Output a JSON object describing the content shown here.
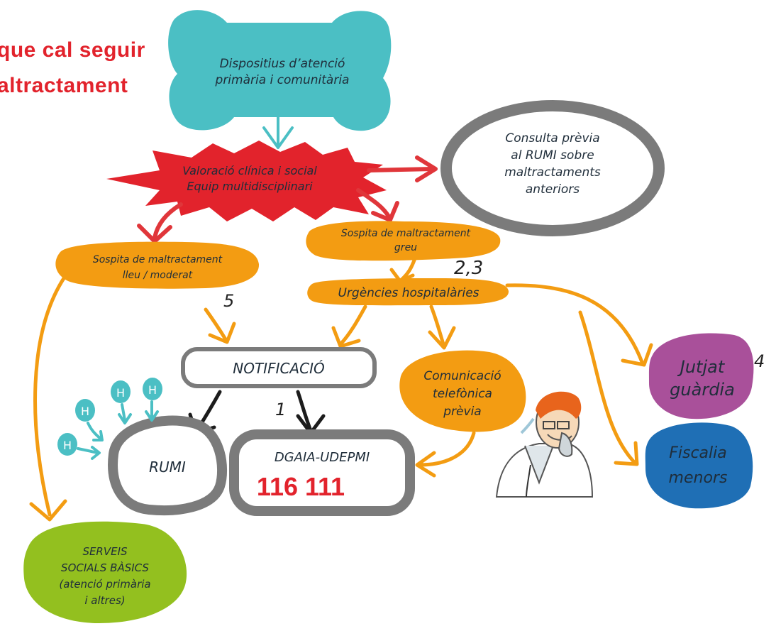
{
  "title": {
    "line1": "que cal seguir",
    "line2": "altractament"
  },
  "nodes": {
    "primary_care": {
      "line1": "Dispositius d’atenció",
      "line2": "primària i comunitària"
    },
    "clinical_eval": {
      "line1": "Valoració clínica i social",
      "line2": "Equip multidisciplinari"
    },
    "rumi_query": {
      "line1": "Consulta prèvia",
      "line2": "al RUMI sobre",
      "line3": "maltractaments",
      "line4": "anteriors"
    },
    "severe_suspicion": {
      "line1": "Sospita de maltractament",
      "line2": "greu"
    },
    "mild_suspicion": {
      "line1": "Sospita de maltractament",
      "line2": "lleu / moderat"
    },
    "hospital_er": {
      "label": "Urgències hospitalàries"
    },
    "notification": {
      "label": "NOTIFICACIÓ"
    },
    "phone_call": {
      "line1": "Comunicació",
      "line2": "telefònica",
      "line3": "prèvia"
    },
    "court": {
      "line1": "Jutjat",
      "line2": "guàrdia"
    },
    "prosecutor": {
      "line1": "Fiscalia",
      "line2": "menors"
    },
    "rumi": {
      "label": "RUMI"
    },
    "dgaia": {
      "label": "DGAIA-UDEPMI",
      "phone": "116 111"
    },
    "social_services": {
      "line1": "SERVEIS",
      "line2": "SOCIALS BÀSICS",
      "line3": "(atenció primària",
      "line4": "i altres)"
    }
  },
  "hospital_markers": {
    "h1": "H",
    "h2": "H",
    "h3": "H",
    "h4": "H"
  },
  "step_numbers": {
    "n23": "2,3",
    "n5": "5",
    "n1": "1",
    "n4": "4"
  },
  "colors": {
    "teal": "#4bbfc4",
    "red": "#e2232c",
    "orange": "#f39c12",
    "purple": "#a9509a",
    "blue": "#1f6fb5",
    "green": "#93c01f",
    "grey": "#7b7b7b"
  }
}
